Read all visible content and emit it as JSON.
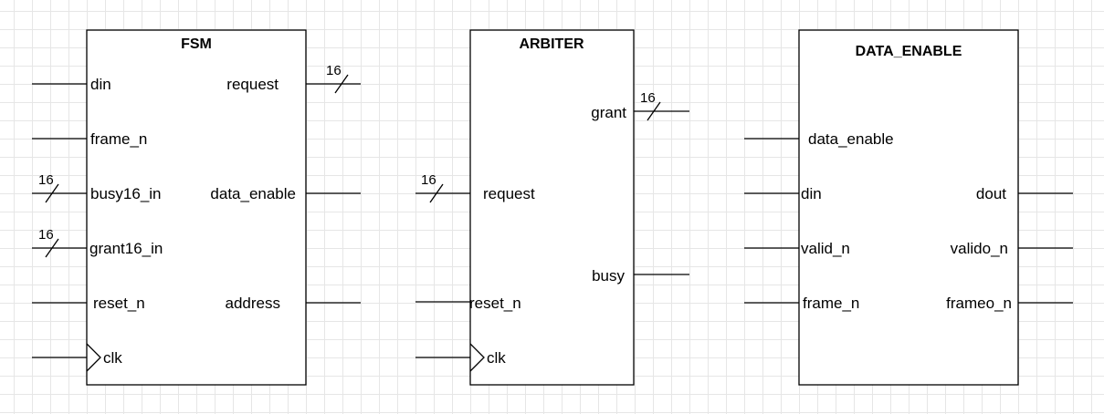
{
  "fsm": {
    "title": "FSM",
    "inputs": {
      "din": "din",
      "frame_n": "frame_n",
      "busy16_in": "busy16_in",
      "grant16_in": "grant16_in",
      "reset_n": "reset_n",
      "clk": "clk"
    },
    "outputs": {
      "request": "request",
      "data_enable": "data_enable",
      "address": "address"
    },
    "bus_widths": {
      "request": "16",
      "busy16_in": "16",
      "grant16_in": "16"
    }
  },
  "arbiter": {
    "title": "ARBITER",
    "inputs": {
      "request": "request",
      "reset_n": "reset_n",
      "clk": "clk"
    },
    "outputs": {
      "grant": "grant",
      "busy": "busy"
    },
    "bus_widths": {
      "grant": "16",
      "request": "16"
    }
  },
  "data_enable": {
    "title": "DATA_ENABLE",
    "inputs": {
      "data_enable": "data_enable",
      "din": "din",
      "valid_n": "valid_n",
      "frame_n": "frame_n"
    },
    "outputs": {
      "dout": "dout",
      "valido_n": "valido_n",
      "frameo_n": "frameo_n"
    }
  }
}
